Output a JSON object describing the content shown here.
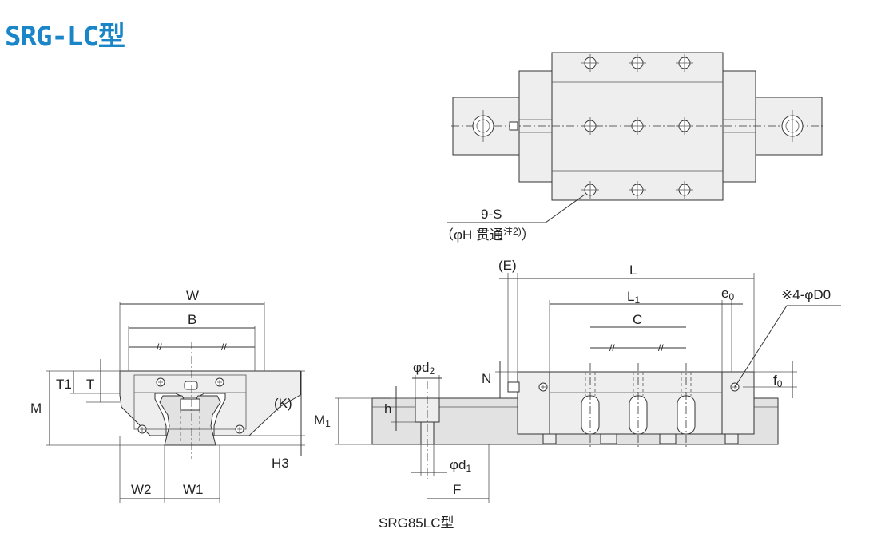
{
  "title": "SRG-LC型",
  "caption": "SRG85LC型",
  "labels": {
    "hole_spec": "9-S",
    "hole_note_prefix": "（φH 贯通",
    "hole_note_sup": "注2)",
    "hole_note_suffix": "）",
    "W": "W",
    "B": "B",
    "T1": "T1",
    "T": "T",
    "M": "M",
    "K": "(K)",
    "H3": "H3",
    "W2": "W2",
    "W1": "W1",
    "slash": "//",
    "E": "(E)",
    "L": "L",
    "L1": "L1",
    "e0": "e0",
    "C": "C",
    "D0": "※4-φD0",
    "N": "N",
    "f0": "f0",
    "d2": "φd2",
    "h": "h",
    "M1": "M1",
    "d1": "φd1",
    "F": "F"
  },
  "colors": {
    "title": "#1a86c8",
    "line": "#333333",
    "fill": "#eeeeee"
  }
}
